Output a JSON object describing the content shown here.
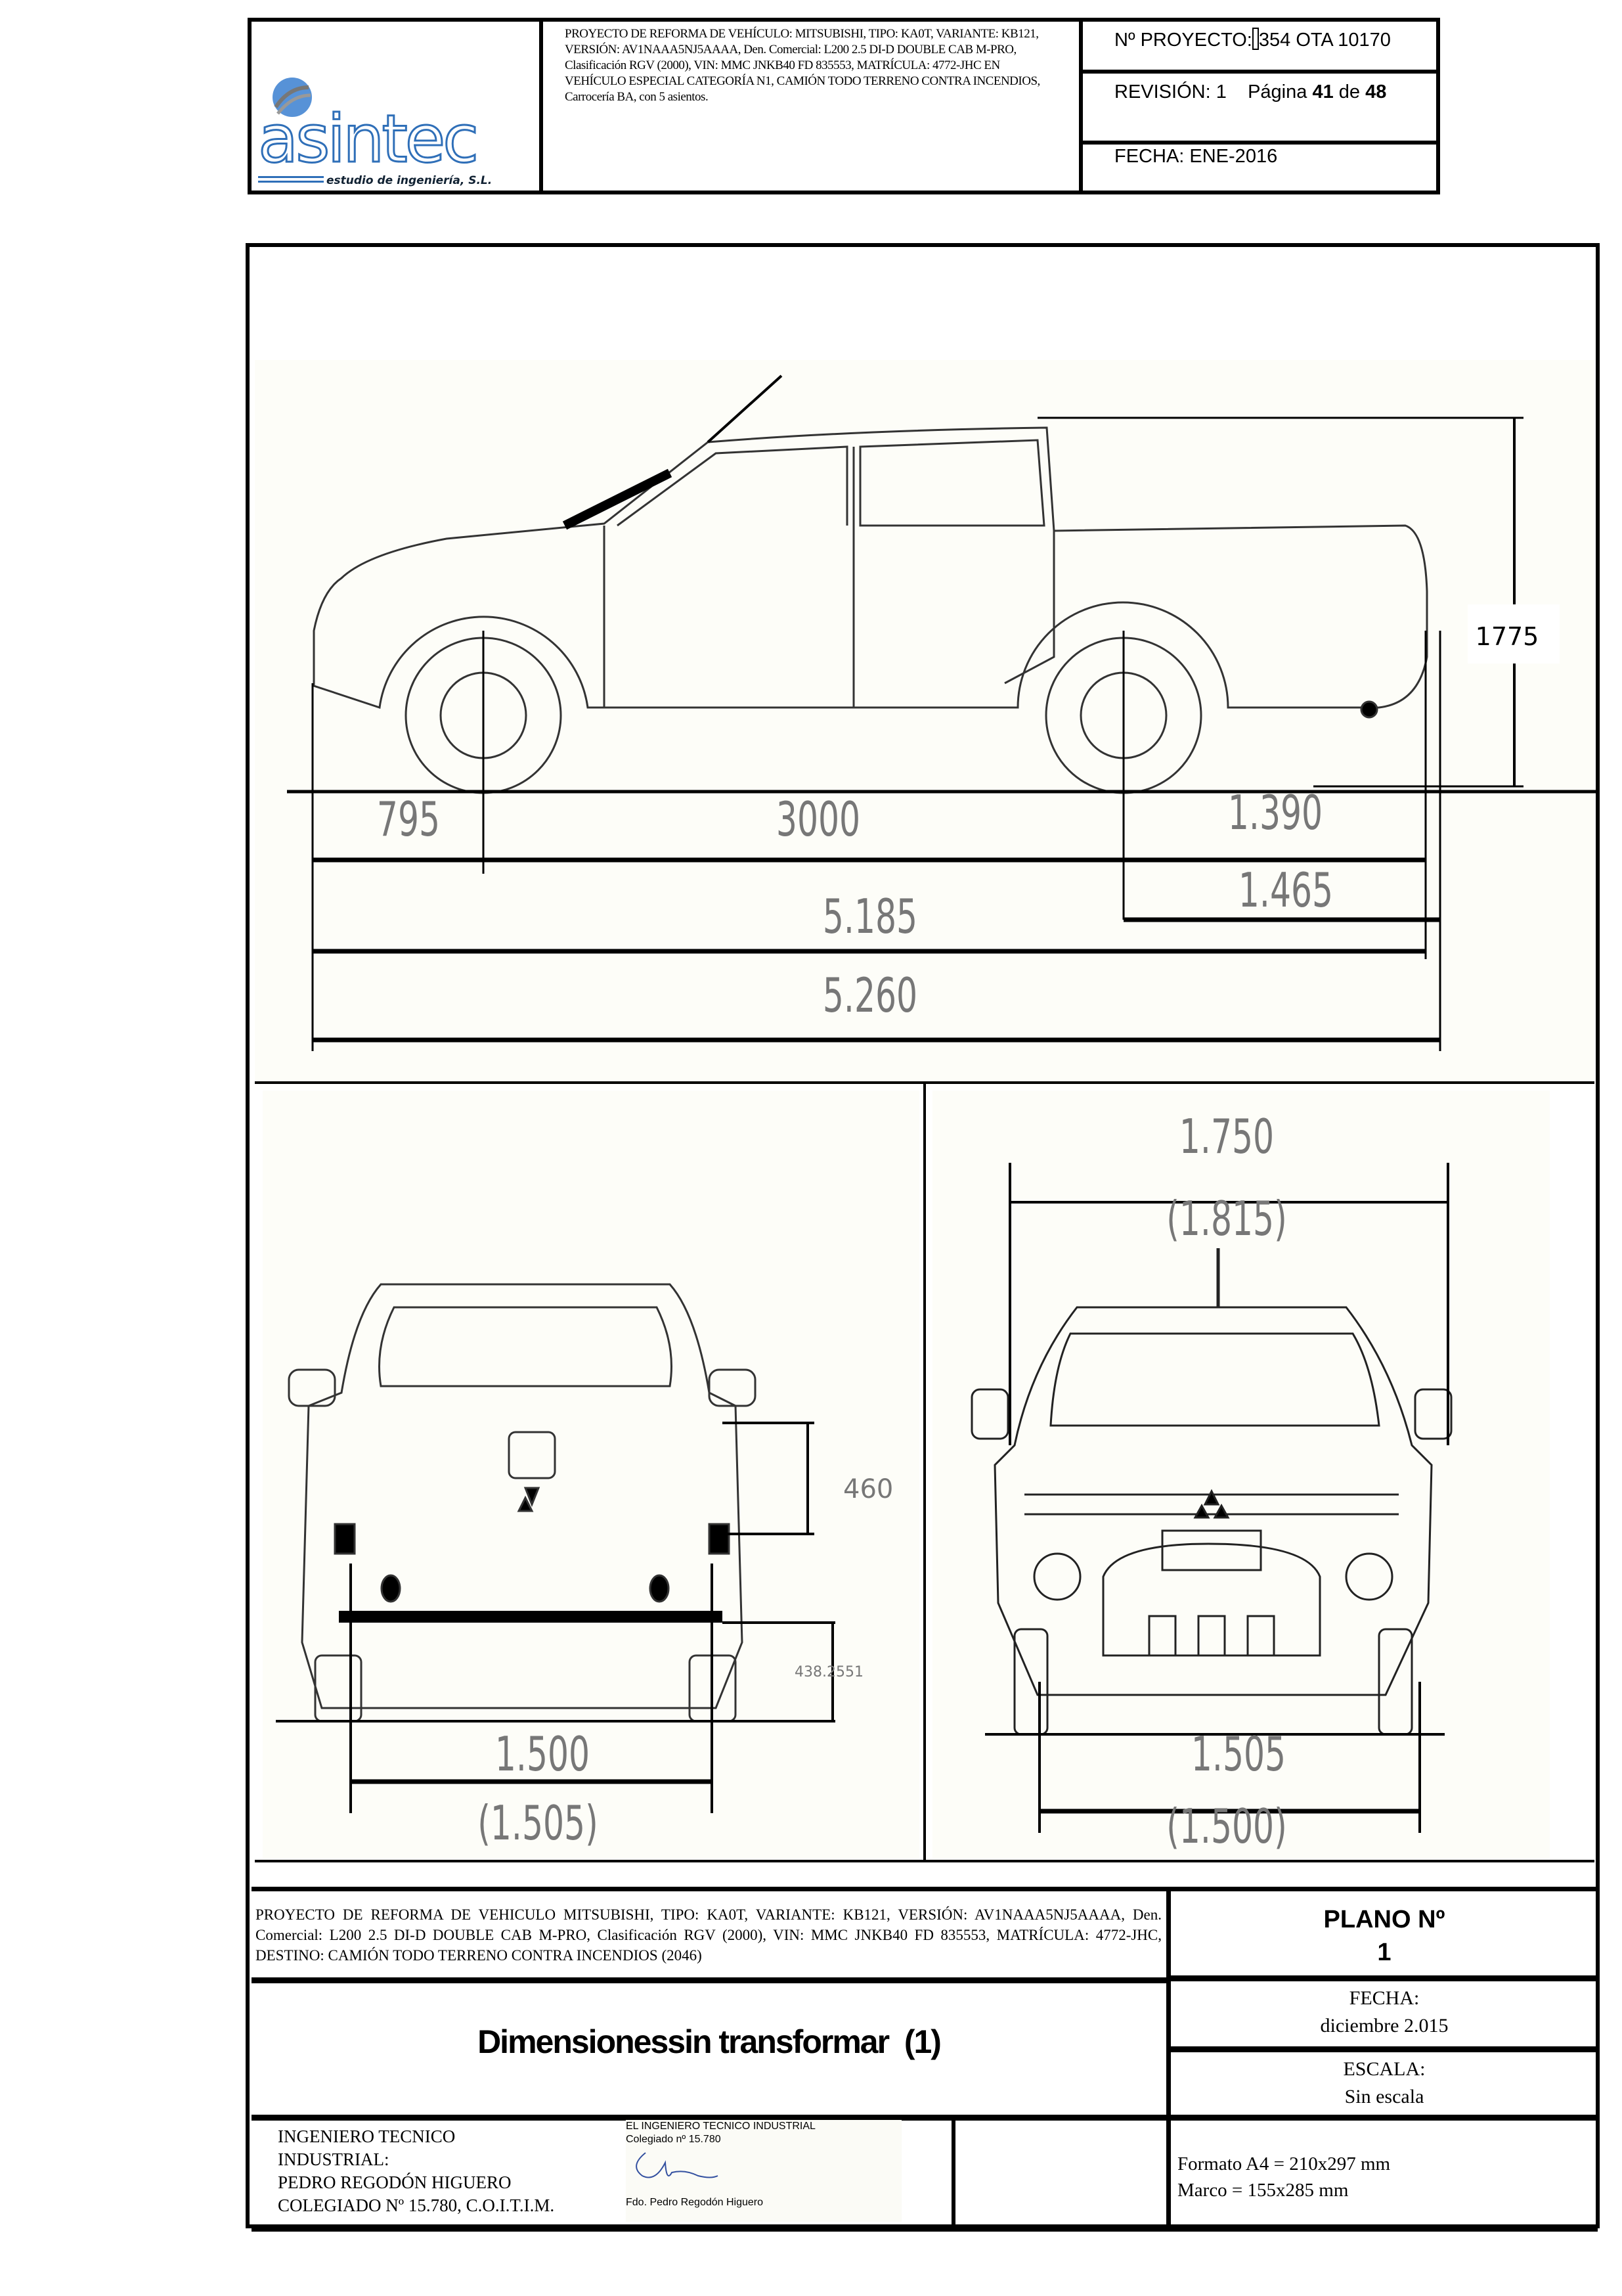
{
  "header": {
    "logo": {
      "name": "asintec",
      "tagline": "estudio de ingeniería, S.L."
    },
    "project_description": "PROYECTO DE REFORMA DE VEHÍCULO: MITSUBISHI, TIPO: KA0T, VARIANTE: KB121, VERSIÓN: AV1NAAA5NJ5AAAA, Den. Comercial: L200 2.5 DI-D DOUBLE CAB M-PRO, Clasificación RGV (2000), VIN: MMC JNKB40 FD 835553, MATRÍCULA: 4772-JHC EN VEHÍCULO ESPECIAL CATEGORÍA N1, CAMIÓN TODO TERRENO CONTRA INCENDIOS, Carrocería BA, con 5 asientos.",
    "project_number_label": "Nº PROYECTO:",
    "project_number": "354 OTA 10170",
    "revision_label": "REVISIÓN: 1",
    "page_label": "Página",
    "page_current": "41",
    "page_of": "de",
    "page_total": "48",
    "date": "FECHA: ENE-2016"
  },
  "side_view": {
    "front_overhang": "795",
    "wheelbase": "3000",
    "rear_overhang": "1.390",
    "rear_overhang_total": "1.465",
    "length_1": "5.185",
    "length_2": "5.260",
    "height": "1775"
  },
  "rear_view": {
    "tailgate_height": "460",
    "ground_clearance": "438.2551",
    "track": "1.500",
    "track_alt": "(1.505)"
  },
  "front_view": {
    "width": "1.750",
    "width_alt": "(1.815)",
    "track": "1.505",
    "track_alt": "(1.500)"
  },
  "title_block": {
    "project_description": "PROYECTO DE REFORMA DE VEHICULO MITSUBISHI, TIPO: KA0T, VARIANTE: KB121, VERSIÓN: AV1NAAA5NJ5AAAA, Den. Comercial: L200 2.5 DI-D DOUBLE CAB M-PRO, Clasificación RGV (2000), VIN: MMC JNKB40 FD 835553, MATRÍCULA: 4772-JHC, DESTINO: CAMIÓN TODO TERRENO CONTRA INCENDIOS (2046)",
    "plano_label": "PLANO Nº",
    "plano_number": "1",
    "drawing_title": "Dimensionessin transformar  (1)",
    "fecha_label": "FECHA:",
    "fecha_value": "diciembre 2.015",
    "escala_label": "ESCALA:",
    "escala_value": "Sin escala",
    "engineer_lines": [
      "INGENIERO TECNICO",
      "INDUSTRIAL:",
      "PEDRO REGODÓN HIGUERO",
      "COLEGIADO Nº 15.780, C.O.I.T.I.M."
    ],
    "stamp": {
      "line1": "EL INGENIERO TECNICO INDUSTRIAL",
      "line2": "Colegiado nº 15.780",
      "signed": "Fdo. Pedro Regodón Higuero"
    },
    "format": "Formato A4 = 210x297 mm",
    "frame": "Marco = 155x285 mm"
  }
}
